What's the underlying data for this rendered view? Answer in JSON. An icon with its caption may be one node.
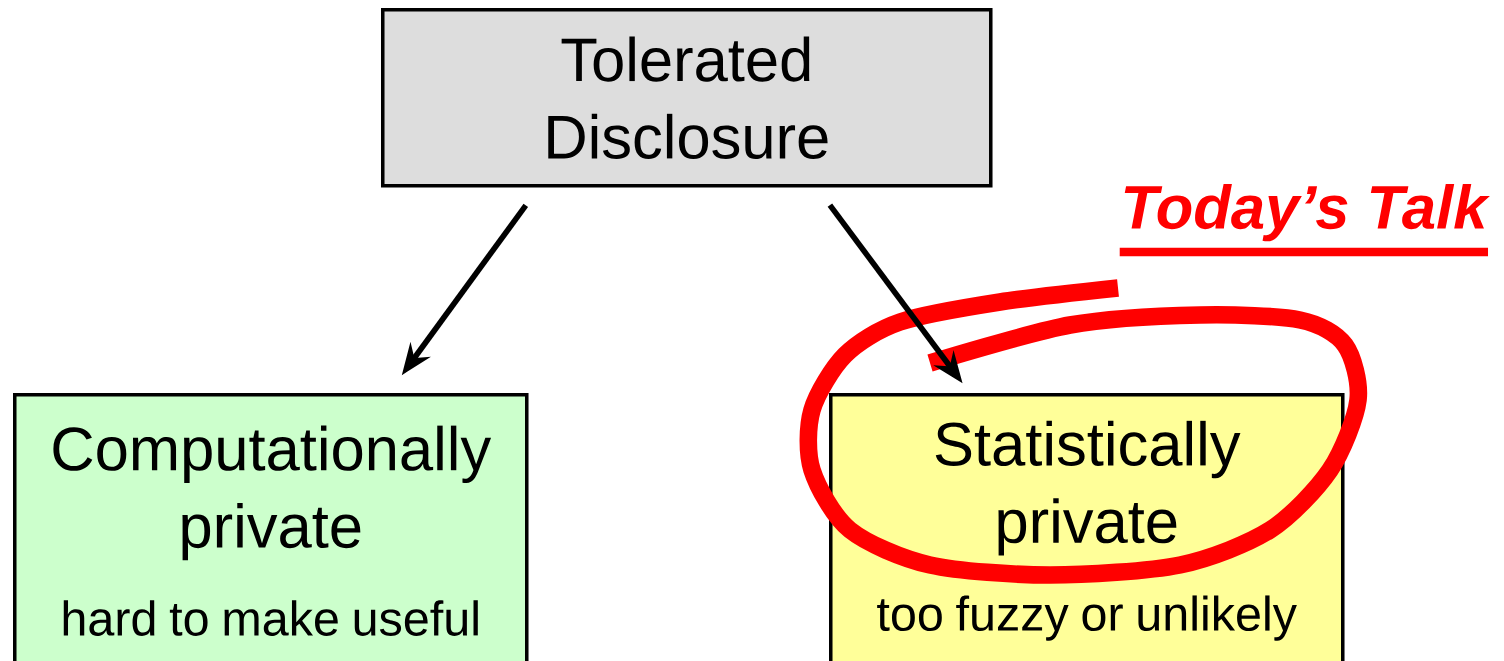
{
  "diagram": {
    "nodes": [
      {
        "text": [
          "Tolerated Disclosure"
        ]
      },
      {
        "text": [
          "Computationally private",
          "hard to make useful"
        ]
      },
      {
        "text": [
          "Statistically private",
          "too fuzzy or unlikely"
        ]
      }
    ],
    "edges": [
      {
        "from": 0,
        "to": 1,
        "arrow": "to"
      },
      {
        "from": 0,
        "to": 2,
        "arrow": "to"
      }
    ],
    "labels": [
      "Today’s Talk"
    ]
  }
}
